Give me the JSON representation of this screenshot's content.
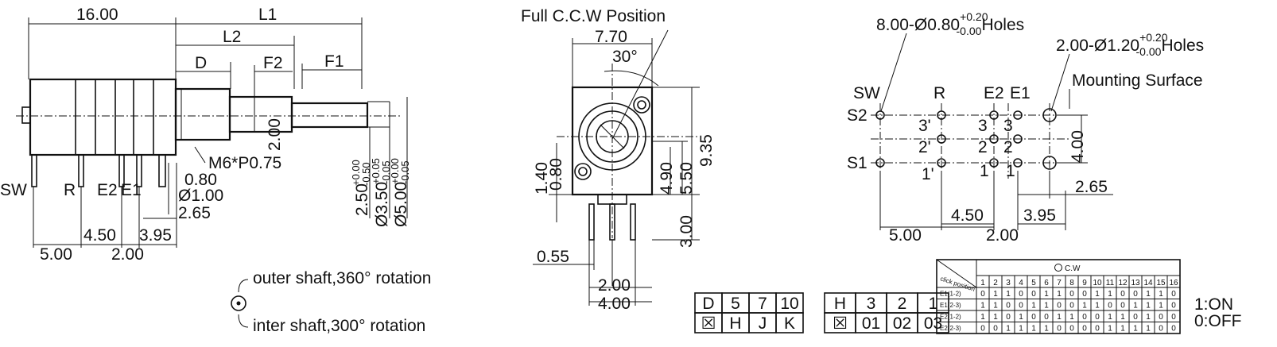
{
  "side_view": {
    "dim_16": "16.00",
    "dim_L1": "L1",
    "dim_L2": "L2",
    "dim_D": "D",
    "dim_F2": "F2",
    "dim_F1": "F1",
    "thread": "M6*P0.75",
    "dim_080": "0.80",
    "dim_100": "Ø1.00",
    "dim_265": "2.65",
    "dim_450": "4.50",
    "dim_395": "3.95",
    "dim_500": "5.00",
    "dim_200": "2.00",
    "dim_shaft_200": "2.00",
    "pin_sw": "SW",
    "pin_r": "R",
    "pin_e2": "E2",
    "pin_e1": "E1",
    "tol_250": "2.50",
    "tol_350": "Ø3.50",
    "tol_500": "Ø5.00",
    "tol_250_sup": "+0.00",
    "tol_250_sub": "-0.50",
    "tol_350_sup": "+0.05",
    "tol_350_sub": "-0.05",
    "tol_500_sup": "+0.00",
    "tol_500_sub": "-0.05"
  },
  "legend": {
    "outer": "outer shaft,360° rotation",
    "inner": "inter shaft,300° rotation"
  },
  "front_view": {
    "title": "Full C.C.W Position",
    "dim_770": "7.70",
    "angle": "30°",
    "dim_935": "9.35",
    "dim_550": "5.50",
    "dim_490": "4.90",
    "dim_300": "3.00",
    "dim_140": "1.40",
    "dim_080": "0.80",
    "dim_055": "0.55",
    "dim_200": "2.00",
    "dim_400": "4.00"
  },
  "pcb_view": {
    "holes1_main": "8.00-Ø0.80",
    "holes1_sup": "+0.20",
    "holes1_sub": "-0.00",
    "holes1_end": "Holes",
    "holes2_main": "2.00-Ø1.20",
    "holes2_sup": "+0.20",
    "holes2_sub": "-0.00",
    "holes2_end": "Holes",
    "mounting": "Mounting Surface",
    "sw": "SW",
    "r": "R",
    "e2": "E2",
    "e1": "E1",
    "s2": "S2",
    "s1": "S1",
    "n3p": "3'",
    "n2p": "2'",
    "n1p": "1'",
    "n3a": "3",
    "n3b": "3",
    "n2a": "2",
    "n2b": "2",
    "n1a": "1",
    "n1b": "1",
    "dim_400": "4.00",
    "dim_265": "2.65",
    "dim_450": "4.50",
    "dim_395": "3.95",
    "dim_500": "5.00",
    "dim_200": "2.00"
  },
  "table_d": {
    "row1": [
      "D",
      "5",
      "7",
      "10"
    ],
    "row2": [
      "☒",
      "H",
      "J",
      "K"
    ]
  },
  "table_h": {
    "row1": [
      "H",
      "3",
      "2",
      "1"
    ],
    "row2": [
      "☒",
      "01",
      "02",
      "03"
    ]
  },
  "click_table": {
    "direction": "C.W",
    "corner_label": "click position",
    "positions": [
      "1",
      "2",
      "3",
      "4",
      "5",
      "6",
      "7",
      "8",
      "9",
      "10",
      "11",
      "12",
      "13",
      "14",
      "15",
      "16"
    ],
    "rows": [
      {
        "label": "E1(1-2)",
        "values": [
          "0",
          "1",
          "1",
          "0",
          "0",
          "1",
          "1",
          "0",
          "0",
          "1",
          "1",
          "0",
          "0",
          "1",
          "1",
          "0"
        ]
      },
      {
        "label": "E1(2-3)",
        "values": [
          "1",
          "1",
          "0",
          "0",
          "1",
          "1",
          "0",
          "0",
          "1",
          "1",
          "0",
          "0",
          "1",
          "1",
          "1",
          "0"
        ]
      },
      {
        "label": "E2(1-2)",
        "values": [
          "1",
          "1",
          "0",
          "1",
          "0",
          "0",
          "1",
          "1",
          "0",
          "0",
          "1",
          "1",
          "0",
          "1",
          "0",
          "0"
        ]
      },
      {
        "label": "E2(2-3)",
        "values": [
          "0",
          "0",
          "1",
          "1",
          "1",
          "1",
          "0",
          "0",
          "0",
          "0",
          "1",
          "1",
          "1",
          "1",
          "0",
          "0"
        ]
      }
    ],
    "on_label": "1:ON",
    "off_label": "0:OFF"
  }
}
